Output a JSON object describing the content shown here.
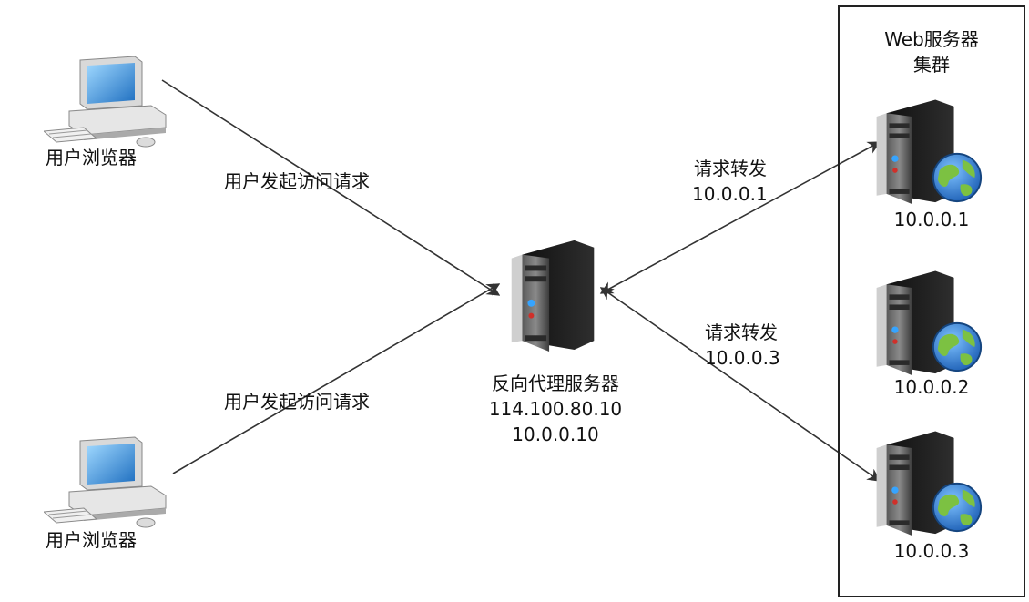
{
  "clients": [
    {
      "label": "用户浏览器"
    },
    {
      "label": "用户浏览器"
    }
  ],
  "requests": [
    {
      "label": "用户发起访问请求"
    },
    {
      "label": "用户发起访问请求"
    }
  ],
  "proxy": {
    "name": "反向代理服务器",
    "public_ip": "114.100.80.10",
    "private_ip": "10.0.0.10"
  },
  "forwards": [
    {
      "label": "请求转发",
      "ip": "10.0.0.1"
    },
    {
      "label": "请求转发",
      "ip": "10.0.0.3"
    }
  ],
  "cluster": {
    "title_line1": "Web服务器",
    "title_line2": "集群",
    "servers": [
      {
        "ip": "10.0.0.1"
      },
      {
        "ip": "10.0.0.2"
      },
      {
        "ip": "10.0.0.3"
      }
    ]
  },
  "icons": {
    "client": "computer-icon",
    "server": "server-tower-icon",
    "globe": "globe-icon"
  },
  "colors": {
    "arrow": "#333333",
    "box_border": "#222222",
    "server_body": "#1a1a1a",
    "globe_water": "#2a7fd6",
    "globe_land": "#7cc142"
  }
}
